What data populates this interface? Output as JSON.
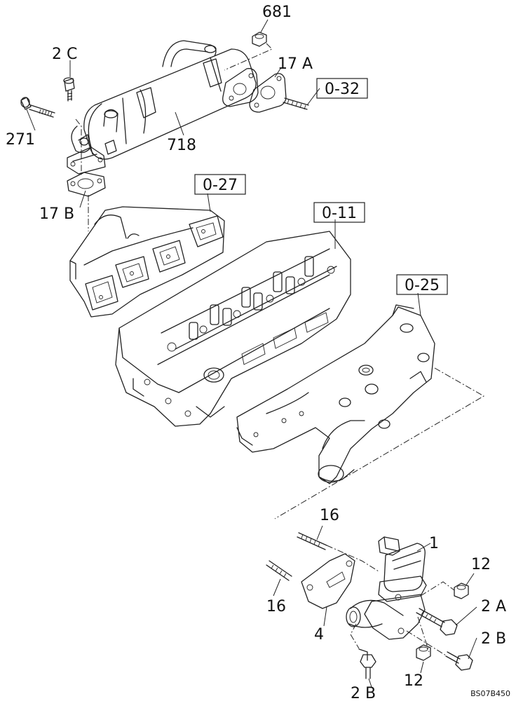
{
  "labels": {
    "p681": "681",
    "p2c": "2 C",
    "p17a": "17 A",
    "p271": "271",
    "p718": "718",
    "p17b": "17 B",
    "p16a": "16",
    "p16b": "16",
    "p1": "1",
    "p12a": "12",
    "p12b": "12",
    "p2a": "2 A",
    "p2b1": "2 B",
    "p2b2": "2 B",
    "p4": "4"
  },
  "refs": {
    "r032": "0-32",
    "r027": "0-27",
    "r011": "0-11",
    "r025": "0-25"
  },
  "figure_code": "BS07B450"
}
